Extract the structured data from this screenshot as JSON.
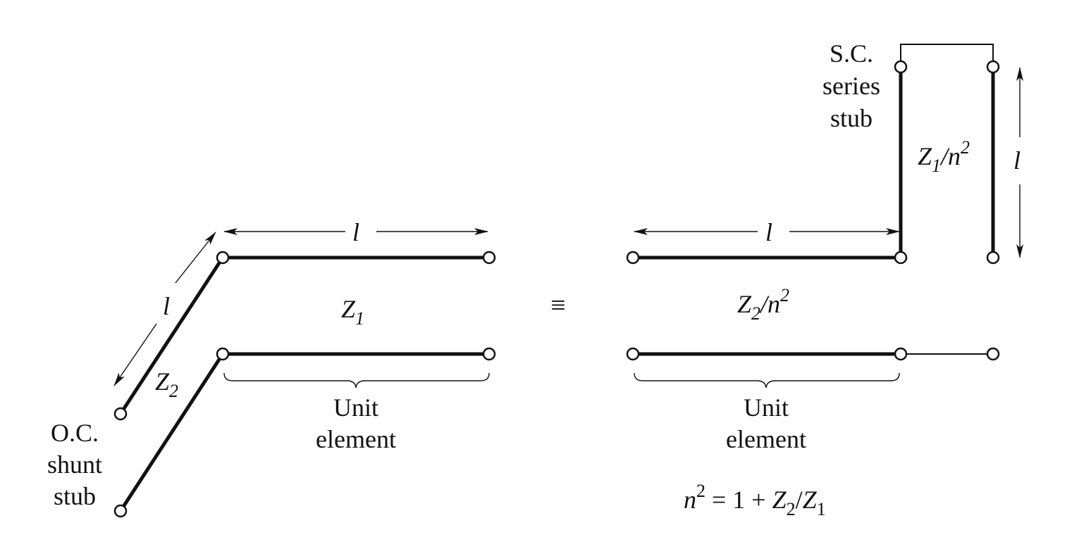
{
  "labels": {
    "length_symbol": "l",
    "equivalence": "≡",
    "unit_element": [
      "Unit",
      "element"
    ],
    "oc_shunt_stub": [
      "O.C.",
      "shunt",
      "stub"
    ],
    "sc_series_stub": [
      "S.C.",
      "series",
      "stub"
    ],
    "z_symbol": "Z",
    "sub_1": "1",
    "sub_2": "2",
    "n_symbol": "n",
    "sup_2": "2",
    "slash": "/",
    "equation_rhs": " = 1 + "
  }
}
